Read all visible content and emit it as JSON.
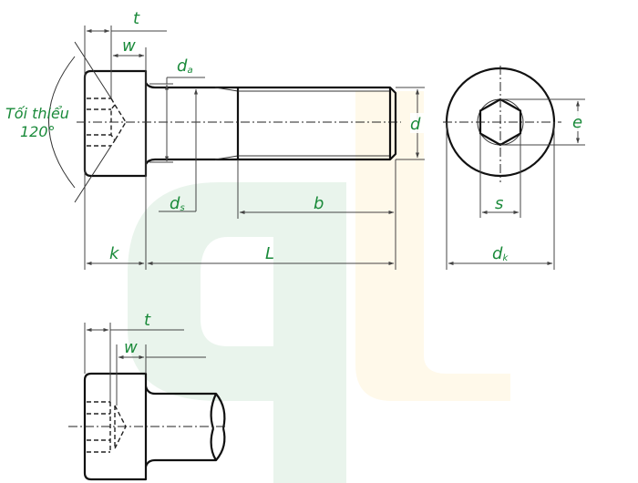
{
  "diagram": {
    "subject": "Hex socket head cap screw technical drawing",
    "colors": {
      "label": "#1a8a3a",
      "line": "#111111",
      "watermark_green": "#e9f4ec",
      "watermark_yellow": "#fff9ea"
    },
    "side_view": {
      "labels": {
        "t": "t",
        "w": "w",
        "da_main": "d",
        "da_sub": "a",
        "d": "d",
        "ds_main": "d",
        "ds_sub": "s",
        "b": "b",
        "k": "k",
        "L": "L"
      },
      "angle_label_line1": "Tối thiểu",
      "angle_label_line2": "120°"
    },
    "end_view": {
      "labels": {
        "e": "e",
        "s": "s",
        "dk_main": "d",
        "dk_sub": "k"
      }
    },
    "detail_view": {
      "labels": {
        "t": "t",
        "w": "w"
      }
    }
  }
}
